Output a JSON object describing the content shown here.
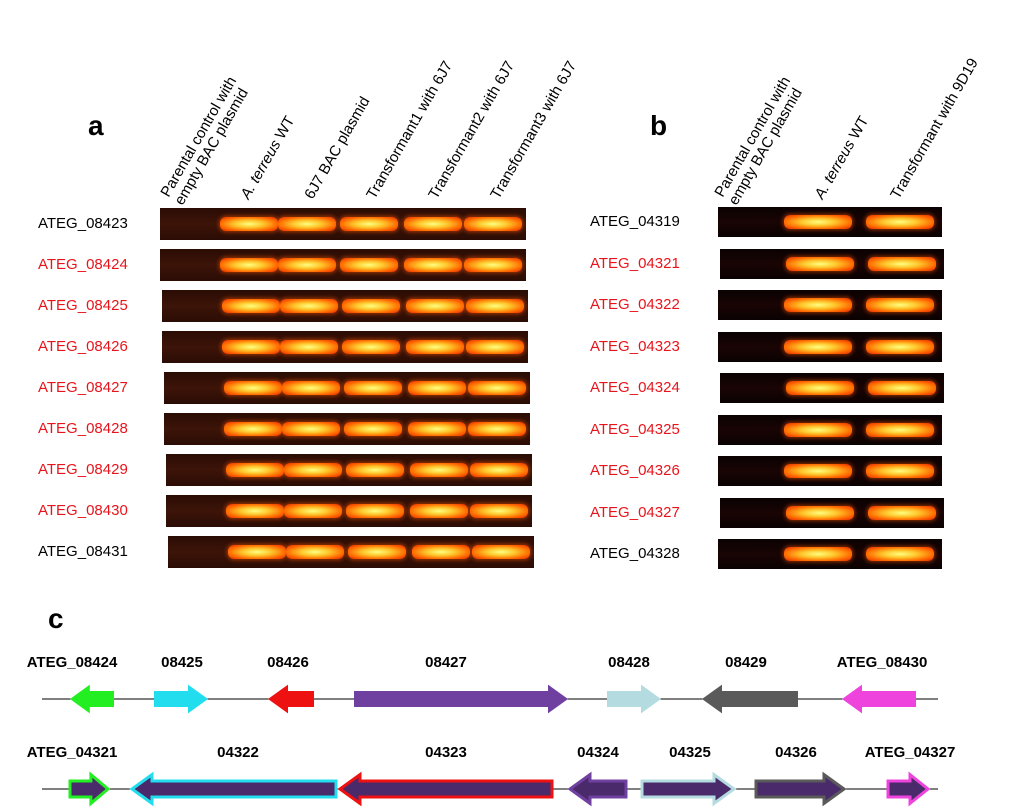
{
  "panels": {
    "a": "a",
    "b": "b",
    "c": "c"
  },
  "panel_a": {
    "lanes": [
      "Parental control with empty BAC plasmid",
      "A. terreus WT",
      "6J7 BAC plasmid",
      "Transformant1 with 6J7",
      "Transformant2 with 6J7",
      "Transformant3 with 6J7"
    ],
    "genes": [
      {
        "name": "ATEG_08423",
        "color": "#000000"
      },
      {
        "name": "ATEG_08424",
        "color": "#e8141b"
      },
      {
        "name": "ATEG_08425",
        "color": "#e8141b"
      },
      {
        "name": "ATEG_08426",
        "color": "#e8141b"
      },
      {
        "name": "ATEG_08427",
        "color": "#e8141b"
      },
      {
        "name": "ATEG_08428",
        "color": "#e8141b"
      },
      {
        "name": "ATEG_08429",
        "color": "#e8141b"
      },
      {
        "name": "ATEG_08430",
        "color": "#e8141b"
      },
      {
        "name": "ATEG_08431",
        "color": "#000000"
      }
    ]
  },
  "panel_b": {
    "lanes": [
      "Parental control with empty BAC plasmid",
      "A. terreus WT",
      "Transformant with 9D19"
    ],
    "genes": [
      {
        "name": "ATEG_04319",
        "color": "#000000"
      },
      {
        "name": "ATEG_04321",
        "color": "#e8141b"
      },
      {
        "name": "ATEG_04322",
        "color": "#e8141b"
      },
      {
        "name": "ATEG_04323",
        "color": "#e8141b"
      },
      {
        "name": "ATEG_04324",
        "color": "#e8141b"
      },
      {
        "name": "ATEG_04325",
        "color": "#e8141b"
      },
      {
        "name": "ATEG_04326",
        "color": "#e8141b"
      },
      {
        "name": "ATEG_04327",
        "color": "#e8141b"
      },
      {
        "name": "ATEG_04328",
        "color": "#000000"
      }
    ]
  },
  "panel_c": {
    "row1": [
      {
        "label": "ATEG_08424",
        "color": "#22ee22",
        "direction": "left"
      },
      {
        "label": "08425",
        "color": "#22ddee",
        "direction": "right"
      },
      {
        "label": "08426",
        "color": "#ee1111",
        "direction": "left"
      },
      {
        "label": "08427",
        "color": "#7040a0",
        "direction": "right"
      },
      {
        "label": "08428",
        "color": "#b4dce0",
        "direction": "right"
      },
      {
        "label": "08429",
        "color": "#5a5a5a",
        "direction": "left"
      },
      {
        "label": "ATEG_08430",
        "color": "#ee44dd",
        "direction": "left"
      }
    ],
    "row2": [
      {
        "label": "ATEG_04321",
        "color": "#22ee22",
        "direction": "right"
      },
      {
        "label": "04322",
        "color": "#22ddee",
        "direction": "left"
      },
      {
        "label": "04323",
        "color": "#ee1111",
        "direction": "left"
      },
      {
        "label": "04324",
        "color": "#7040a0",
        "direction": "left"
      },
      {
        "label": "04325",
        "color": "#b4dce0",
        "direction": "right"
      },
      {
        "label": "04326",
        "color": "#5a5a5a",
        "direction": "right"
      },
      {
        "label": "ATEG_04327",
        "color": "#ee44dd",
        "direction": "right"
      }
    ],
    "fill_color": "#4a2a6a"
  }
}
